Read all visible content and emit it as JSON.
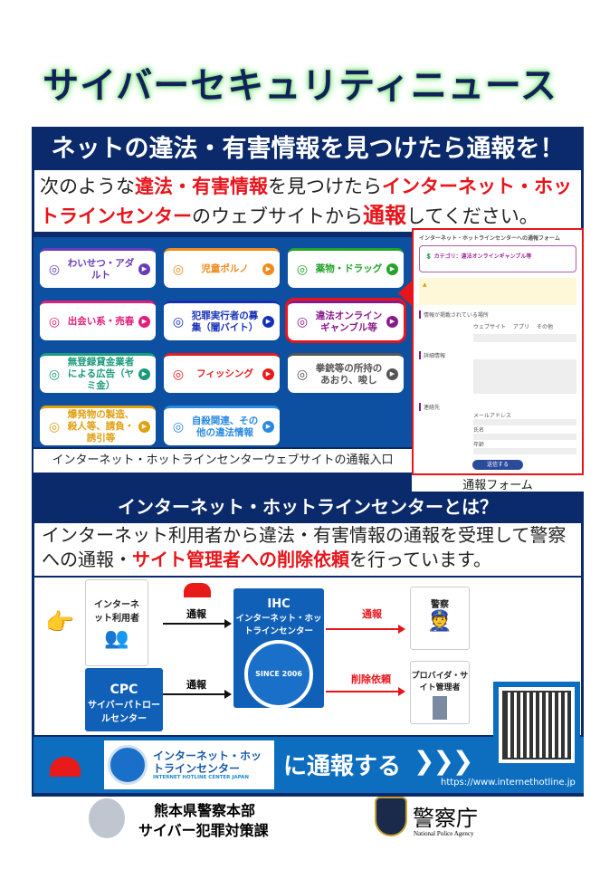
{
  "title": "サイバーセキュリティニュース",
  "heading": "ネットの違法・有害情報を見つけたら通報を！",
  "intro": {
    "p1": "次のような",
    "r1": "違法・有害情報",
    "p2": "を見つけたら",
    "r2": "インターネット・ホットラインセンター",
    "p3": "のウェブサイトから",
    "r3": "通報",
    "p4": "してください。"
  },
  "categories": [
    {
      "label": "わいせつ・アダルト",
      "color": "#6a3ab8",
      "icon": "hands-icon"
    },
    {
      "label": "児童ポルノ",
      "color": "#f08a1c",
      "icon": "children-icon"
    },
    {
      "label": "薬物・ドラッグ",
      "color": "#22a32a",
      "icon": "drug-icon"
    },
    {
      "label": "出会い系・売春",
      "color": "#e0207a",
      "icon": "hearts-icon"
    },
    {
      "label": "犯罪実行者の募集（闇バイト）",
      "color": "#1530b8",
      "icon": "recruiter-icon"
    },
    {
      "label": "違法オンラインギャンブル等",
      "color": "#8a1a8a",
      "icon": "gambling-icon"
    },
    {
      "label": "無登録貸金業者による広告（ヤミ金）",
      "color": "#1a9a7a",
      "icon": "money-icon"
    },
    {
      "label": "フィッシング",
      "color": "#e81a1a",
      "icon": "phishing-icon"
    },
    {
      "label": "拳銃等の所持のあおり、唆し",
      "color": "#555555",
      "icon": "gun-icon"
    },
    {
      "label": "爆発物の製造、殺人等、請負・誘引等",
      "color": "#e0a010",
      "icon": "explosive-icon"
    },
    {
      "label": "自殺関連、その他の違法情報",
      "color": "#2a8ae0",
      "icon": "other-icon"
    }
  ],
  "grid_caption": "インターネット・ホットラインセンターウェブサイトの通報入口",
  "form": {
    "title": "インターネット・ホットラインセンターへの通報フォーム",
    "category": "カテゴリ：違法オンラインギャンブル等",
    "section1": "情報が掲載されている場所",
    "options": [
      "ウェブサイト",
      "アプリ",
      "その他"
    ],
    "section2": "詳細情報",
    "section3": "連絡先",
    "fields": [
      "メールアドレス",
      "氏名",
      "年齢"
    ],
    "submit": "送信する",
    "caption": "通報フォーム"
  },
  "about_heading": "インターネット・ホットラインセンターとは？",
  "about": {
    "p1": "インターネット利用者から違法・有害情報の通報を受理して警察への通報・",
    "r1": "サイト管理者への削除依頼",
    "p2": "を行っています。"
  },
  "diagram": {
    "user": "インターネット利用者",
    "cpc_abbr": "CPC",
    "cpc": "サイバーパトロールセンター",
    "ihc_abbr": "IHC",
    "ihc": "インターネット・ホットラインセンター",
    "seal_text": "SINCE 2006",
    "report1": "通報",
    "report2": "通報",
    "report3": "通報",
    "delete_request": "削除依頼",
    "police": "警察",
    "provider": "プロバイダ・サイト管理者"
  },
  "banner": {
    "logo_ja": "インターネット・ホットラインセンター",
    "logo_en": "INTERNET HOTLINE CENTER JAPAN",
    "cta": "に通報する",
    "chevrons": "❯❯❯",
    "url": "https://www.internethotline.jp"
  },
  "footer": {
    "org1": "熊本県警察本部",
    "org2": "サイバー犯罪対策課",
    "npa_ja": "警察庁",
    "npa_en": "National Police Agency"
  },
  "colors": {
    "navy": "#0b2a6b",
    "blue": "#0d4fa0",
    "accent_red": "#e8141b",
    "banner_blue": "#0d6ec0"
  }
}
